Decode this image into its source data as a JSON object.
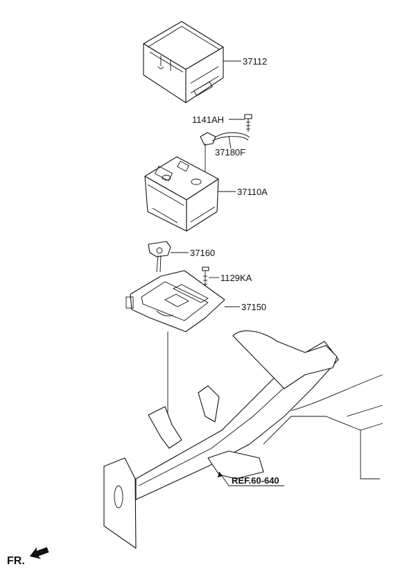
{
  "parts": {
    "p37112": "37112",
    "p1141AH": "1141AH",
    "p37180F": "37180F",
    "p37110A": "37110A",
    "p37160": "37160",
    "p1129KA": "1129KA",
    "p37150": "37150"
  },
  "reference": {
    "label": "REF.60-640"
  },
  "direction": {
    "label": "FR.",
    "icon": "front-arrow-icon"
  },
  "colors": {
    "line": "#111111",
    "background": "#ffffff"
  }
}
